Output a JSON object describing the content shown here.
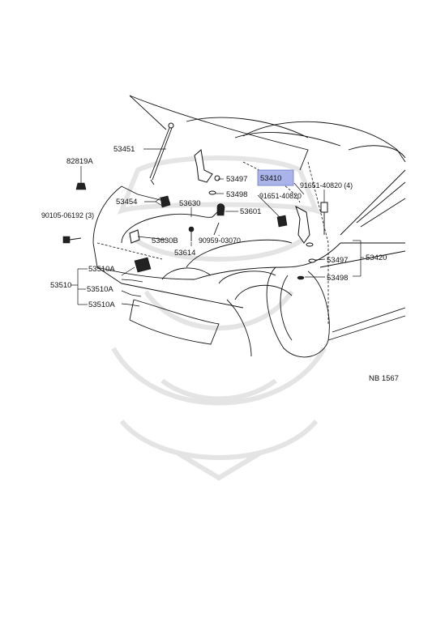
{
  "diagram_code": "NB 1567",
  "highlight_color": "#aab4e8",
  "part_labels": {
    "p53451": "53451",
    "p82819a": "82819A",
    "p53454": "53454",
    "p90105": "90105-06192 (3)",
    "p53630": "53630",
    "p53630b": "53630B",
    "p53614": "53614",
    "p90959": "90959-03070",
    "p53601": "53601",
    "p53497a": "53497",
    "p53498a": "53498",
    "p53410": "53410",
    "p91651a": "91651-40820 (4)",
    "p91651b": "91651-40820",
    "p53497b": "53497",
    "p53498b": "53498",
    "p53420": "53420",
    "p53510": "53510",
    "p53510a1": "53510A",
    "p53510a2": "53510A",
    "p53510a3": "53510A"
  }
}
